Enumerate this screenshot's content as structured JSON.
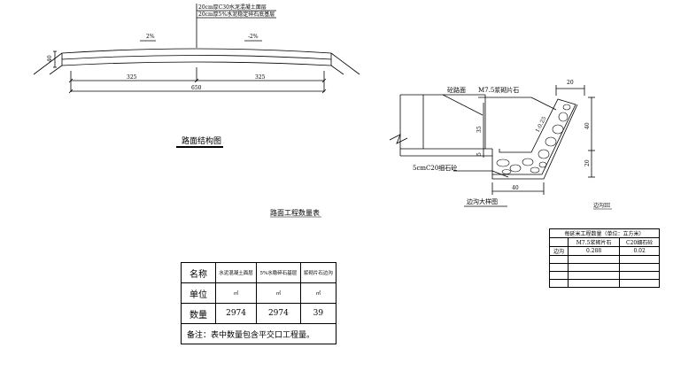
{
  "pavement": {
    "layer_top": "20cm厚C30水泥混凝土面层",
    "layer_base": "20cm厚5%水泥稳定碎石底基层",
    "slope_left": "2%",
    "slope_right": "-2%",
    "height_dim": "40",
    "half_width_left": "325",
    "half_width_right": "325",
    "total_width": "650",
    "caption": "路面结构图"
  },
  "ditch": {
    "road_label": "砼路面",
    "masonry_label": "M7.5浆砌片石",
    "slope_ratio": "1:0.25",
    "bedding_label": "5cmC20细石砼",
    "dim_top": "20",
    "dim_height_35": "35",
    "dim_5": "5",
    "dim_40_bottom": "40",
    "dim_40_right": "40",
    "dim_20_right": "20",
    "caption": "边沟大样图",
    "ditch_label": "边沟III"
  },
  "quantity_table": {
    "title": "路面工程数量表",
    "headers": [
      "名称",
      "水泥混凝土面层",
      "5%水稳碎石基层",
      "浆砌片石边沟"
    ],
    "unit_label": "单位",
    "units": [
      "㎡",
      "㎡",
      "㎥"
    ],
    "qty_label": "数量",
    "quantities": [
      "2974",
      "2974",
      "39"
    ],
    "note": "备注：表中数量包含平交口工程量。"
  },
  "ditch_table": {
    "caption": "每延米工程数量（单位：立方米）",
    "headers": [
      "",
      "M7.5浆砌片石",
      "C20细石砼"
    ],
    "row_label": "边沟",
    "values": [
      "0.288",
      "0.02"
    ]
  }
}
